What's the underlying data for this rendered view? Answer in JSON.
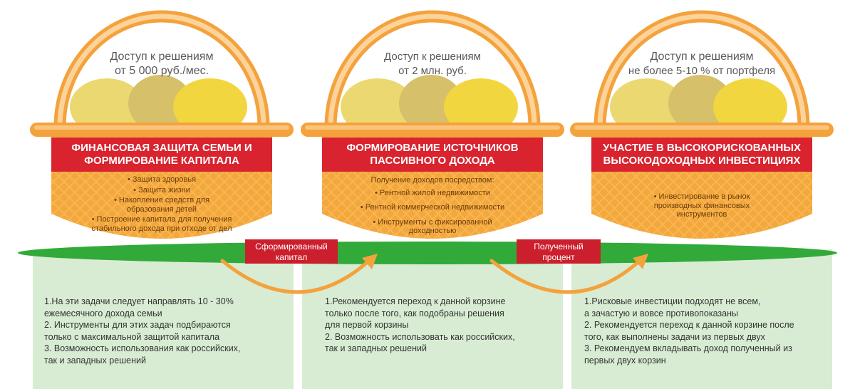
{
  "colors": {
    "basket_outer": "#f4a23c",
    "basket_inner": "#fcd39a",
    "basket_fill": "#f5a83a",
    "ribbon": "#d9232e",
    "green_strip": "#32aa3a",
    "panel": "#d8ecd3",
    "egg_yellow": "#f2d640",
    "egg_olive": "#d6c06a",
    "egg_pale": "#ecd870",
    "arrow": "#f4a23c"
  },
  "baskets": [
    {
      "access_line1": "Доступ к решениям",
      "access_line2": "от 5 000 руб./мес.",
      "title_line1": "ФИНАНСОВАЯ ЗАЩИТА СЕМЬИ И",
      "title_line2": "ФОРМИРОВАНИЕ КАПИТАЛА",
      "items": [
        "• Защита здоровья",
        "• Защита жизни",
        "• Накопление средств для образования детей",
        "• Построение капитала для получения стабильного дохода при отходе от дел"
      ]
    },
    {
      "access_line1": "Доступ к решениям",
      "access_line2": "от 2 млн. руб.",
      "title_line1": "ФОРМИРОВАНИЕ ИСТОЧНИКОВ",
      "title_line2": "ПАССИВНОГО ДОХОДА",
      "lead": "Получение доходов посредством:",
      "items": [
        "• Рентной жилой недвижимости",
        "• Рентной коммерческой недвижимости",
        "• Инструменты с фиксированной доходностью"
      ]
    },
    {
      "access_line1": "Доступ к решениям",
      "access_line2": "не более 5-10 % от портфеля",
      "title_line1": "УЧАСТИЕ В ВЫСОКОРИСКОВАННЫХ",
      "title_line2": "ВЫСОКОДОХОДНЫХ ИНВЕСТИЦИЯХ",
      "items": [
        "• Инвестирование в рынок производных финансовых инструментов"
      ]
    }
  ],
  "connectors": [
    {
      "line1": "Сформированный",
      "line2": "капитал"
    },
    {
      "line1": "Полученный",
      "line2": "процент"
    }
  ],
  "panels": [
    {
      "lines": [
        "1.На эти задачи следует направлять 10 - 30%",
        "ежемесячного дохода семьи",
        "2. Инструменты для этих задач подбираются",
        "только с максимальной защитой капитала",
        "3. Возможность использования как российских,",
        "так и западных решений"
      ]
    },
    {
      "lines": [
        "1.Рекомендуется переход к данной корзине",
        "только после того, как подобраны решения",
        "для первой корзины",
        "2. Возможность использовать как российских,",
        "так и западных решений"
      ]
    },
    {
      "lines": [
        "1.Рисковые инвестиции подходят не всем,",
        "а зачастую и вовсе противопоказаны",
        "2. Рекомендуется переход к данной корзине после",
        "того, как выполнены задачи из первых двух",
        "3. Рекомендуем вкладывать доход полученный из",
        "первых двух корзин"
      ]
    }
  ]
}
